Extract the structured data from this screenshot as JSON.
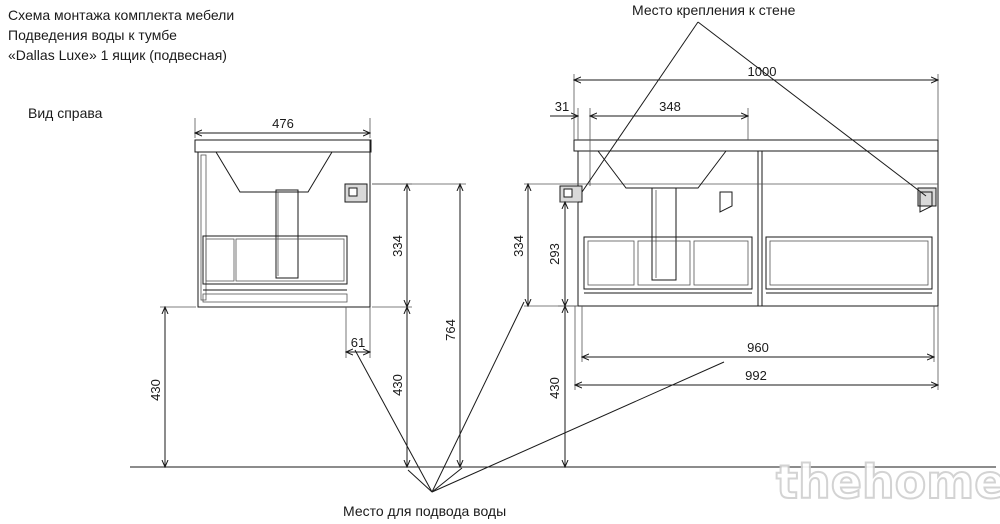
{
  "title": {
    "line1": "Схема монтажа комплекта мебели",
    "line2": "Подведения воды к тумбе",
    "line3": "«Dallas Luxe» 1 ящик (подвесная)"
  },
  "side_view_label": "Вид справа",
  "callouts": {
    "wall_mount": "Место крепления к стене",
    "water_supply": "Место для подвода воды"
  },
  "dimensions": {
    "side_width": "476",
    "side_height_334": "334",
    "side_total_764": "764",
    "side_offset_61": "61",
    "side_floor_430": "430",
    "front_total_1000": "1000",
    "front_31": "31",
    "front_348": "348",
    "front_334": "334",
    "front_293": "293",
    "front_960": "960",
    "front_992": "992",
    "front_floor_430": "430"
  },
  "watermark": "thehome"
}
